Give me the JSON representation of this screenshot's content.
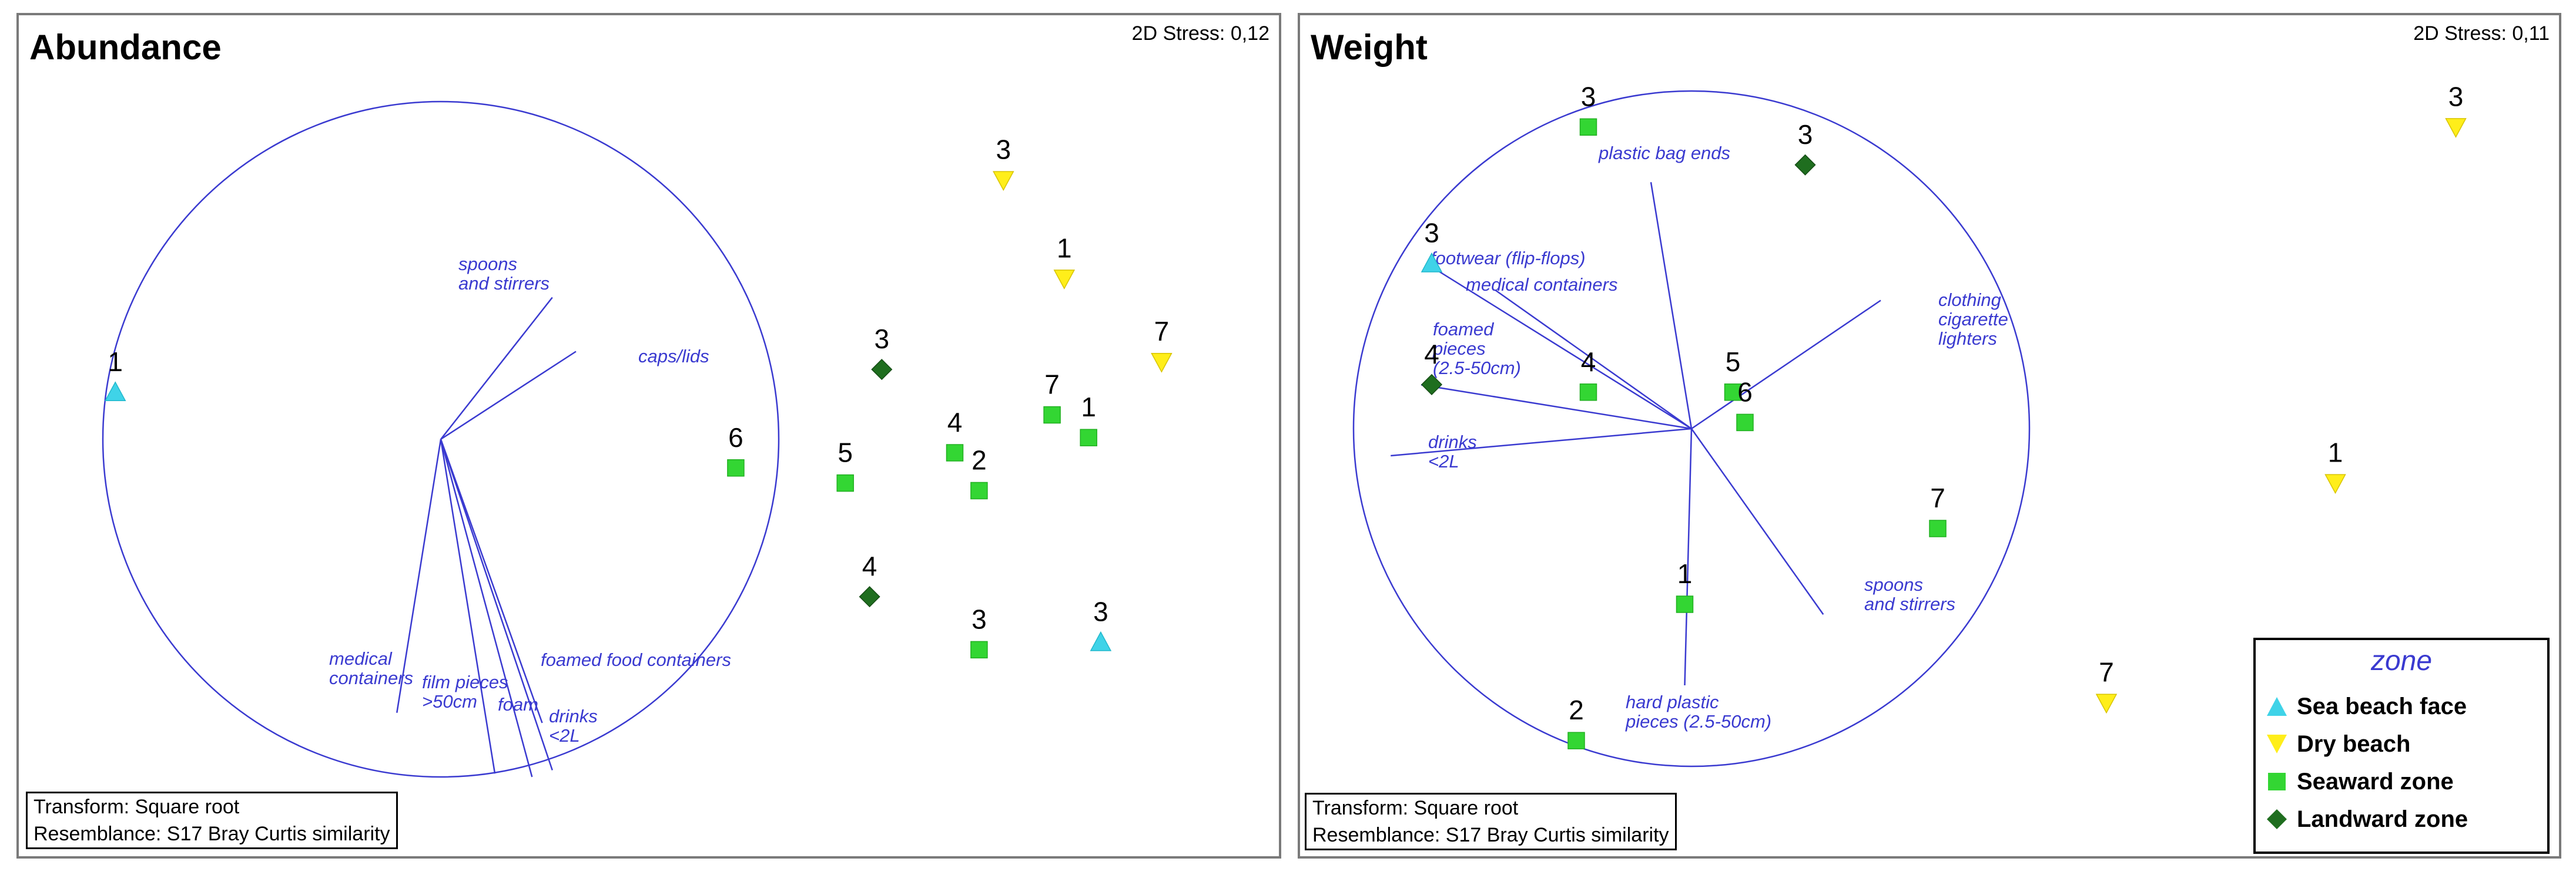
{
  "chart_data": [
    {
      "type": "scatter",
      "title": "Abundance",
      "stress_text": "2D Stress: 0,12",
      "transform_text": "Transform: Square root",
      "resemblance_text": "Resemblance: S17 Bray Curtis similarity",
      "points": [
        {
          "label": "1",
          "zone": "sea",
          "x": 0.06,
          "y": 0.58
        },
        {
          "label": "3",
          "zone": "dry",
          "x": 0.79,
          "y": 0.86
        },
        {
          "label": "1",
          "zone": "dry",
          "x": 0.84,
          "y": 0.73
        },
        {
          "label": "7",
          "zone": "dry",
          "x": 0.92,
          "y": 0.62
        },
        {
          "label": "3",
          "zone": "land",
          "x": 0.69,
          "y": 0.61
        },
        {
          "label": "7",
          "zone": "seaward",
          "x": 0.83,
          "y": 0.55
        },
        {
          "label": "1",
          "zone": "seaward",
          "x": 0.86,
          "y": 0.52
        },
        {
          "label": "4",
          "zone": "seaward",
          "x": 0.75,
          "y": 0.5
        },
        {
          "label": "2",
          "zone": "seaward",
          "x": 0.77,
          "y": 0.45
        },
        {
          "label": "5",
          "zone": "seaward",
          "x": 0.66,
          "y": 0.46
        },
        {
          "label": "6",
          "zone": "seaward",
          "x": 0.57,
          "y": 0.48
        },
        {
          "label": "4",
          "zone": "land",
          "x": 0.68,
          "y": 0.31
        },
        {
          "label": "3",
          "zone": "seaward",
          "x": 0.77,
          "y": 0.24
        },
        {
          "label": "3",
          "zone": "sea",
          "x": 0.87,
          "y": 0.25
        }
      ],
      "vectors": [
        {
          "label": "spoons\nand stirrers",
          "dx": 0.33,
          "dy": 0.42
        },
        {
          "label": "caps/lids",
          "dx": 0.4,
          "dy": 0.26
        },
        {
          "label": "medical\ncontainers",
          "dx": -0.13,
          "dy": -0.81
        },
        {
          "label": "film pieces\n>50cm",
          "dx": 0.16,
          "dy": -0.99
        },
        {
          "label": "foam",
          "dx": 0.27,
          "dy": -1.0
        },
        {
          "label": "drinks\n<2L",
          "dx": 0.33,
          "dy": -0.98
        },
        {
          "label": "foamed food containers",
          "dx": 0.3,
          "dy": -0.84
        }
      ]
    },
    {
      "type": "scatter",
      "title": "Weight",
      "stress_text": "2D Stress: 0,11",
      "transform_text": "Transform: Square root",
      "resemblance_text": "Resemblance: S17 Bray Curtis similarity",
      "points": [
        {
          "label": "3",
          "zone": "seaward",
          "x": 0.21,
          "y": 0.93
        },
        {
          "label": "3",
          "zone": "land",
          "x": 0.39,
          "y": 0.88
        },
        {
          "label": "3",
          "zone": "dry",
          "x": 0.93,
          "y": 0.93
        },
        {
          "label": "3",
          "zone": "sea",
          "x": 0.08,
          "y": 0.75
        },
        {
          "label": "4",
          "zone": "land",
          "x": 0.08,
          "y": 0.59
        },
        {
          "label": "4",
          "zone": "seaward",
          "x": 0.21,
          "y": 0.58
        },
        {
          "label": "5",
          "zone": "seaward",
          "x": 0.33,
          "y": 0.58
        },
        {
          "label": "6",
          "zone": "seaward",
          "x": 0.34,
          "y": 0.54
        },
        {
          "label": "1",
          "zone": "dry",
          "x": 0.83,
          "y": 0.46
        },
        {
          "label": "7",
          "zone": "seaward",
          "x": 0.5,
          "y": 0.4
        },
        {
          "label": "1",
          "zone": "seaward",
          "x": 0.29,
          "y": 0.3
        },
        {
          "label": "7",
          "zone": "dry",
          "x": 0.64,
          "y": 0.17
        },
        {
          "label": "2",
          "zone": "seaward",
          "x": 0.2,
          "y": 0.12
        }
      ],
      "vectors": [
        {
          "label": "plastic bag ends",
          "dx": -0.12,
          "dy": 0.73
        },
        {
          "label": "footwear (flip-flops)",
          "dx": -0.77,
          "dy": 0.48
        },
        {
          "label": "medical containers",
          "dx": -0.58,
          "dy": 0.41
        },
        {
          "label": "foamed\npieces\n(2.5-50cm)",
          "dx": -0.8,
          "dy": 0.13
        },
        {
          "label": "drinks\n<2L",
          "dx": -0.89,
          "dy": -0.08
        },
        {
          "label": "clothing\ncigarette\nlighters",
          "dx": 0.56,
          "dy": 0.38
        },
        {
          "label": "spoons\nand stirrers",
          "dx": 0.39,
          "dy": -0.55
        },
        {
          "label": "hard plastic\npieces (2.5-50cm)",
          "dx": -0.02,
          "dy": -0.76
        }
      ]
    }
  ],
  "legend": {
    "title": "zone",
    "items": [
      {
        "label": "Sea beach face",
        "zone": "sea"
      },
      {
        "label": "Dry beach",
        "zone": "dry"
      },
      {
        "label": "Seaward zone",
        "zone": "seaward"
      },
      {
        "label": "Landward zone",
        "zone": "land"
      }
    ]
  },
  "colors": {
    "sea": "#3fd3e8",
    "dry": "#ffee1a",
    "seaward": "#33d633",
    "land": "#1f6e1f",
    "vector": "#3a3ad0",
    "circle": "#3a3ad0"
  }
}
